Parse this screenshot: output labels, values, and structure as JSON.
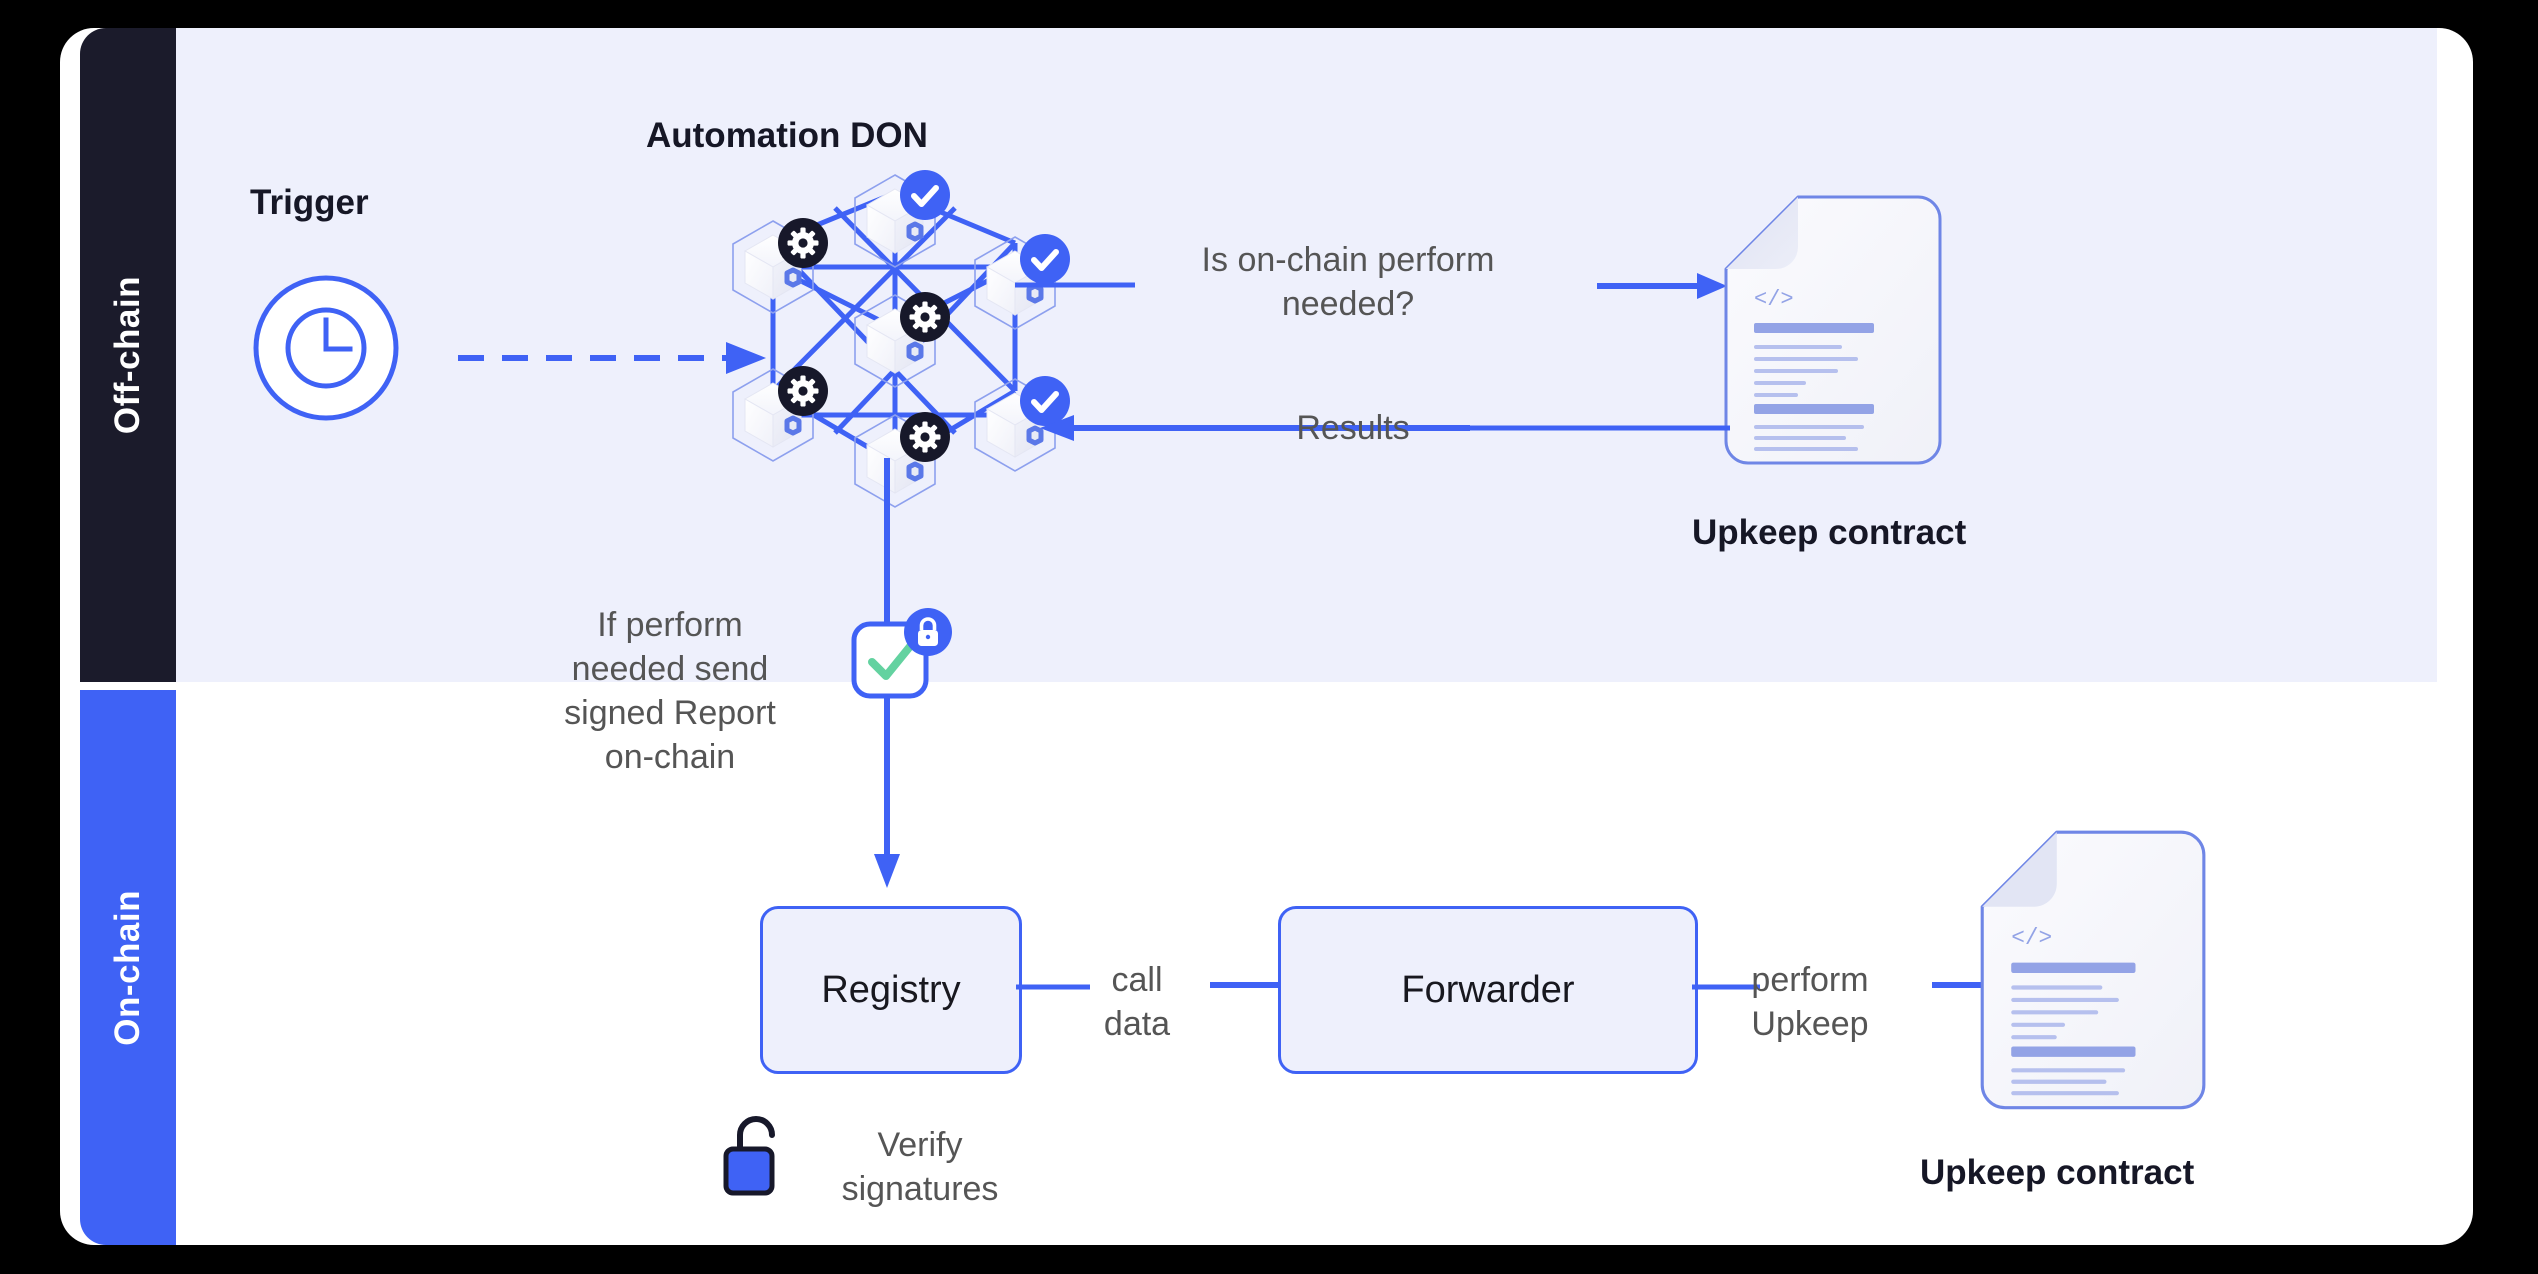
{
  "diagram": {
    "title": "Chainlink Automation architecture",
    "colors": {
      "accent_blue": "#3f62f5",
      "panel_bg": "#eef0fc",
      "offchain_rail": "#1b1b2b",
      "onchain_rail": "#3f62f5",
      "card_bg": "#ffffff",
      "page_bg": "#000000",
      "body_text": "#555555",
      "heading_text": "#161726",
      "check_green": "#63d2a0",
      "gear_badge": "#1b1b2b",
      "node_logo": "#5b78e8"
    }
  },
  "rails": [
    {
      "id": "off-chain",
      "label": "Off-chain"
    },
    {
      "id": "on-chain",
      "label": "On-chain"
    }
  ],
  "offchain": {
    "trigger_label": "Trigger",
    "trigger_icon": "clock-icon",
    "don_title": "Automation DON",
    "don_nodes": [
      {
        "id": "node-top",
        "badge": "check"
      },
      {
        "id": "node-upper-left",
        "badge": "gear"
      },
      {
        "id": "node-upper-right",
        "badge": "check"
      },
      {
        "id": "node-center",
        "badge": "gear"
      },
      {
        "id": "node-lower-left",
        "badge": "gear"
      },
      {
        "id": "node-lower-right",
        "badge": "check"
      },
      {
        "id": "node-bottom",
        "badge": "gear"
      }
    ],
    "query_label": "Is on-chain perform\nneeded?",
    "results_label": "Results",
    "upkeep_contract_label": "Upkeep contract",
    "report_note": "If perform\nneeded send\nsigned Report\non-chain",
    "signed_report_icon": "signed-report-badge",
    "lock_icon": "lock-closed-icon"
  },
  "onchain": {
    "registry_label": "Registry",
    "forwarder_label": "Forwarder",
    "call_data_label": "call\ndata",
    "perform_upkeep_label": "perform\nUpkeep",
    "verify_label": "Verify\nsignatures",
    "unlock_icon": "lock-open-icon",
    "upkeep_contract_label": "Upkeep contract"
  }
}
